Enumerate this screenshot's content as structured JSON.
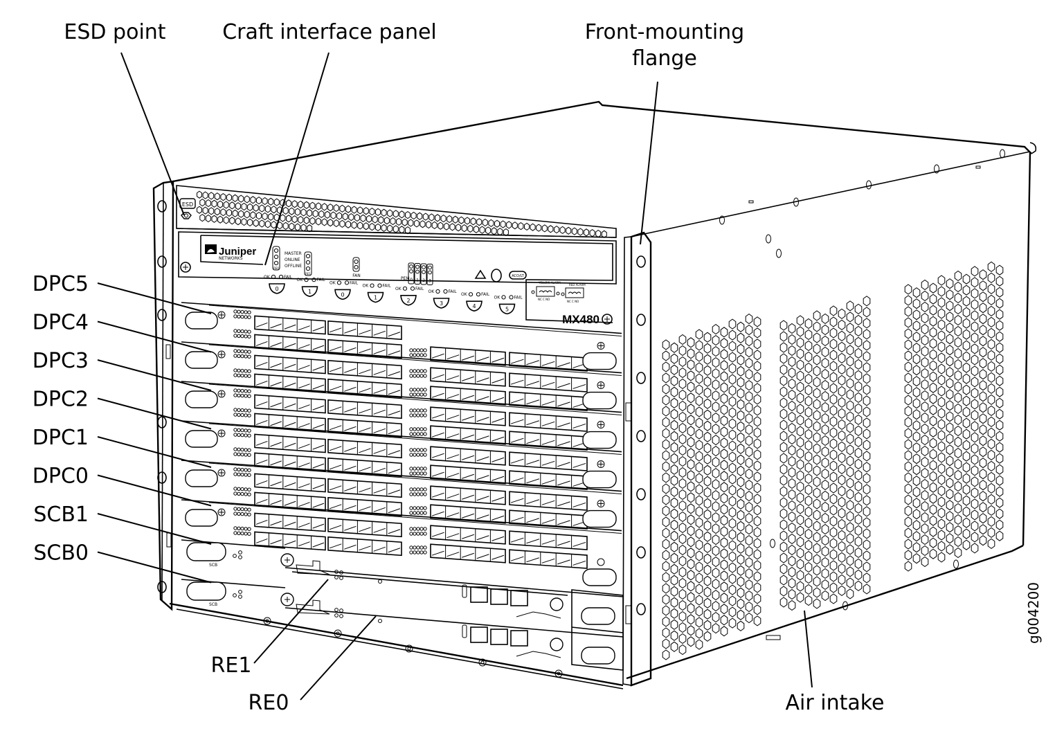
{
  "figure": {
    "product": "MX480",
    "brand": "Juniper",
    "brand_sub": "NETWORKS",
    "figure_id": "g004200",
    "esd_badge": "ESD"
  },
  "callouts": {
    "esd_point": "ESD point",
    "craft_interface_panel": "Craft interface panel",
    "front_mounting_flange_line1": "Front-mounting",
    "front_mounting_flange_line2": "flange",
    "air_intake": "Air intake",
    "re1": "RE1",
    "re0": "RE0",
    "slots": [
      "DPC5",
      "DPC4",
      "DPC3",
      "DPC2",
      "DPC1",
      "DPC0",
      "SCB1",
      "SCB0"
    ]
  },
  "craft_panel": {
    "re_led_labels": [
      "MASTER",
      "ONLINE",
      "OFFLINE"
    ],
    "re_tags": [
      "RE0",
      "RE1"
    ],
    "fan_label": "FAN",
    "pem_label": "PEM",
    "pem_numbers": [
      "0",
      "1",
      "2",
      "3"
    ],
    "ok_label": "OK",
    "fail_label": "FAIL",
    "slot_buttons": [
      "0",
      "1",
      "0",
      "1",
      "2",
      "3",
      "4",
      "5"
    ],
    "acoff_label": "ACO/LT",
    "yellow_alarm": "YELLOW ALARM",
    "red_alarm": "RED ALARM",
    "alarm_contacts": "NC  C  NO"
  },
  "scb_tag": "SCB"
}
